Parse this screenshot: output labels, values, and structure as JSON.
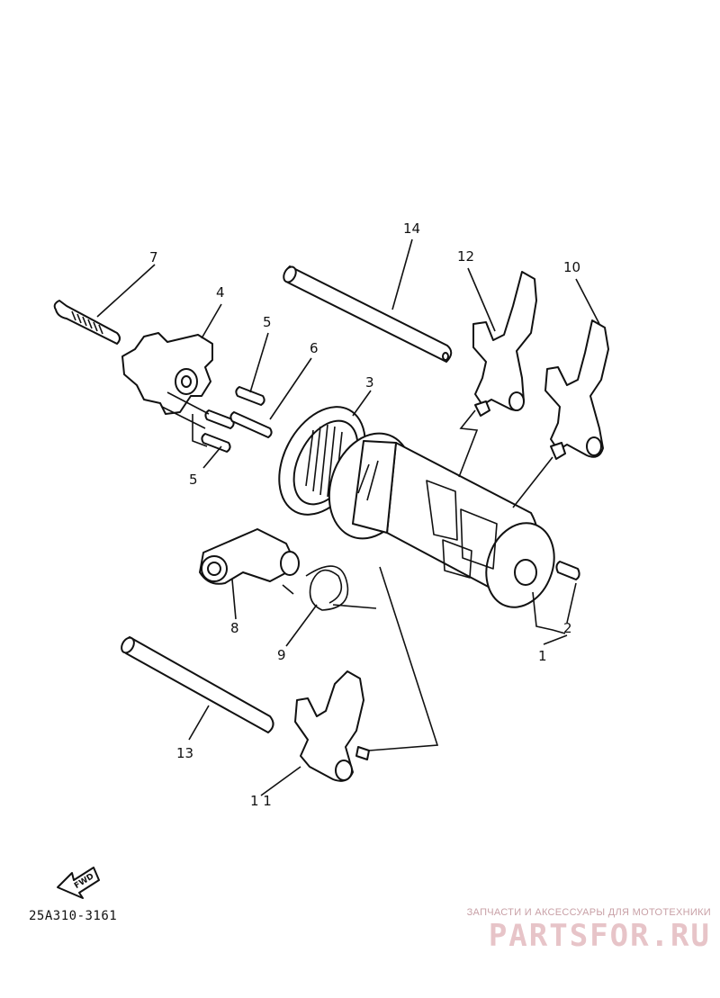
{
  "callouts": {
    "c1": "1",
    "c2": "2",
    "c3": "3",
    "c4": "4",
    "c5a": "5",
    "c5b": "5",
    "c6": "6",
    "c7": "7",
    "c8": "8",
    "c9": "9",
    "c10": "10",
    "c11": "1 1",
    "c12": "12",
    "c13": "13",
    "c14": "14"
  },
  "fwd_badge": "FWD",
  "diagram_code": "25A310-3161",
  "watermark": {
    "tagline": "ЗАПЧАСТИ И АКСЕССУАРЫ ДЛЯ МОТОТЕХНИКИ",
    "brand": "PARTSFOR.RU"
  },
  "colors": {
    "ink": "#111111",
    "watermark": "#e7c4c8"
  }
}
